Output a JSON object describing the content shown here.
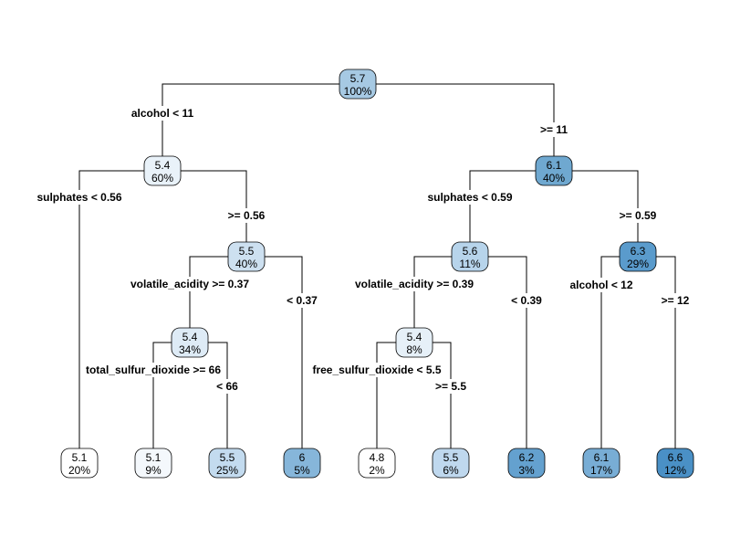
{
  "nodes": [
    {
      "id": "root",
      "value": "5.7",
      "pct": "100%",
      "color": "#a6c9e3"
    },
    {
      "id": "n-left",
      "value": "5.4",
      "pct": "60%",
      "color": "#e9f2f9"
    },
    {
      "id": "n-right",
      "value": "6.1",
      "pct": "40%",
      "color": "#6fa8d0"
    },
    {
      "id": "n-ll",
      "value": "5.1",
      "pct": "20%",
      "color": "#ffffff"
    },
    {
      "id": "n-lr",
      "value": "5.5",
      "pct": "40%",
      "color": "#cde0f0"
    },
    {
      "id": "n-rl",
      "value": "5.6",
      "pct": "11%",
      "color": "#b7d4eb"
    },
    {
      "id": "n-rr",
      "value": "6.3",
      "pct": "29%",
      "color": "#5a9bcc"
    },
    {
      "id": "n-lrl",
      "value": "5.4",
      "pct": "34%",
      "color": "#deebf6"
    },
    {
      "id": "n-lrr",
      "value": "6",
      "pct": "5%",
      "color": "#86b6da"
    },
    {
      "id": "n-rll",
      "value": "5.4",
      "pct": "8%",
      "color": "#e6f0f8"
    },
    {
      "id": "n-rlr",
      "value": "6.2",
      "pct": "3%",
      "color": "#64a1cf"
    },
    {
      "id": "n-rrl",
      "value": "6.1",
      "pct": "17%",
      "color": "#78add5"
    },
    {
      "id": "n-rrr",
      "value": "6.6",
      "pct": "12%",
      "color": "#4a90c6"
    },
    {
      "id": "n-lrll",
      "value": "5.1",
      "pct": "9%",
      "color": "#f4f8fc"
    },
    {
      "id": "n-lrlr",
      "value": "5.5",
      "pct": "25%",
      "color": "#c3dbef"
    },
    {
      "id": "n-rlll",
      "value": "4.8",
      "pct": "2%",
      "color": "#ffffff"
    },
    {
      "id": "n-rllr",
      "value": "5.5",
      "pct": "6%",
      "color": "#bfd8ee"
    }
  ],
  "splits": [
    {
      "id": "s-root-l",
      "label": "alcohol < 11"
    },
    {
      "id": "s-root-r",
      "label": ">= 11"
    },
    {
      "id": "s-left-l",
      "label": "sulphates < 0.56"
    },
    {
      "id": "s-left-r",
      "label": ">= 0.56"
    },
    {
      "id": "s-right-l",
      "label": "sulphates < 0.59"
    },
    {
      "id": "s-right-r",
      "label": ">= 0.59"
    },
    {
      "id": "s-lr-l",
      "label": "volatile_acidity >= 0.37"
    },
    {
      "id": "s-lr-r",
      "label": "< 0.37"
    },
    {
      "id": "s-rl-l",
      "label": "volatile_acidity >= 0.39"
    },
    {
      "id": "s-rl-r",
      "label": "< 0.39"
    },
    {
      "id": "s-rr-l",
      "label": "alcohol < 12"
    },
    {
      "id": "s-rr-r",
      "label": ">= 12"
    },
    {
      "id": "s-lrl-l",
      "label": "total_sulfur_dioxide >= 66"
    },
    {
      "id": "s-lrl-r",
      "label": "< 66"
    },
    {
      "id": "s-rll-l",
      "label": "free_sulfur_dioxide < 5.5"
    },
    {
      "id": "s-rll-r",
      "label": ">= 5.5"
    }
  ]
}
